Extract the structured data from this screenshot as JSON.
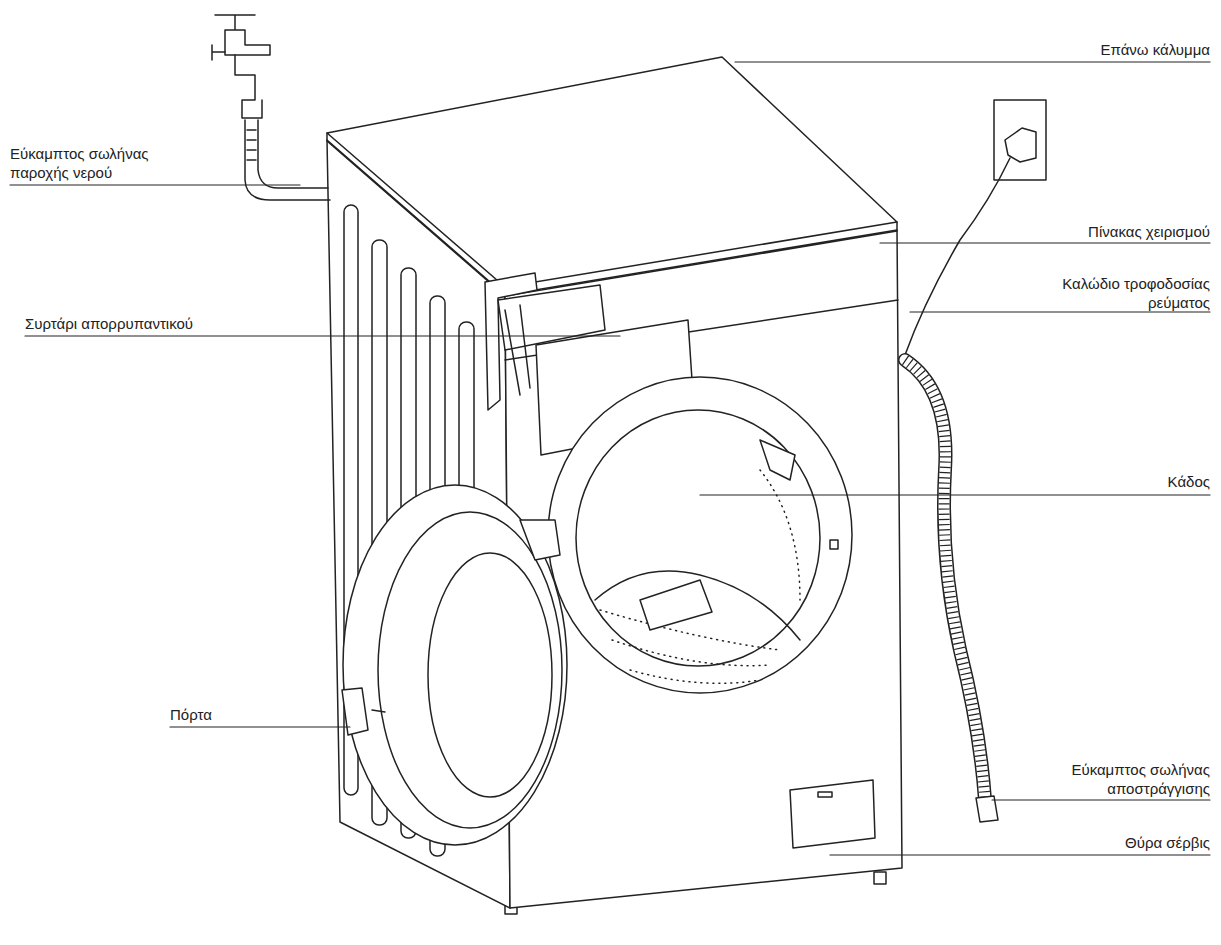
{
  "diagram": {
    "labels": [
      "Επάνω κάλυμμα",
      "Εύκαμπτος σωλήνας παροχής νερού",
      "Πίνακας χειρισμού",
      "Καλώδιο τροφοδοσίας ρεύματος",
      "Συρτάρι απορρυπαντικού",
      "Κάδος",
      "Πόρτα",
      "Εύκαμπτος σωλήνας αποστράγγισης",
      "Θύρα σέρβις"
    ]
  }
}
